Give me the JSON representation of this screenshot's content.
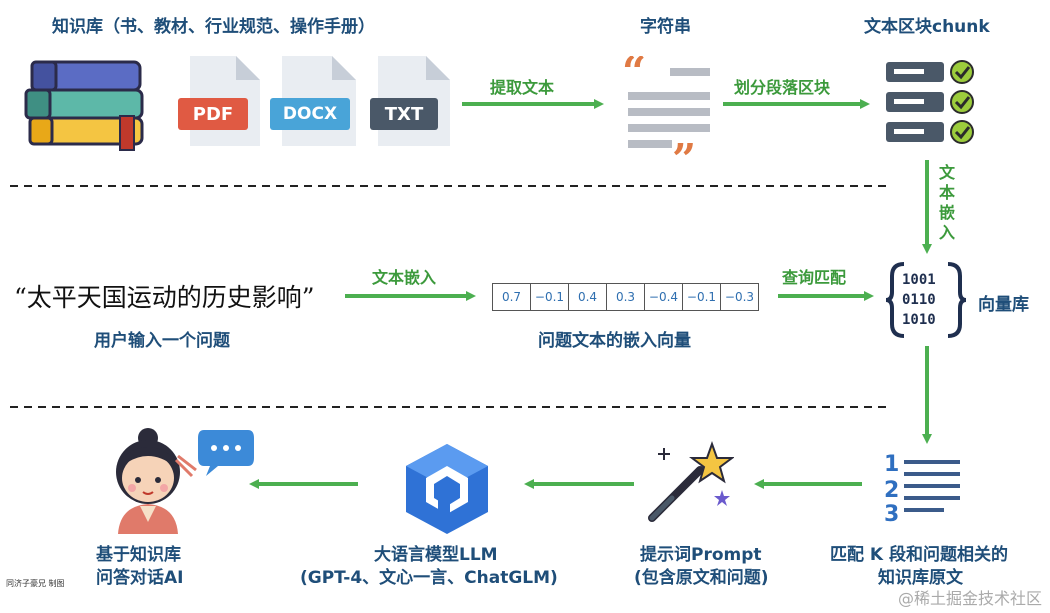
{
  "row1": {
    "sources_label": "知识库（书、教材、行业规范、操作手册）",
    "pdf_tag": "PDF",
    "docx_tag": "DOCX",
    "txt_tag": "TXT",
    "arrow_extract": "提取文本",
    "string_label": "字符串",
    "arrow_chunking": "划分段落区块",
    "chunk_label": "文本区块chunk"
  },
  "row2": {
    "vertical_embed": [
      "文",
      "本",
      "嵌",
      "入"
    ],
    "query_text": "“太平天国运动的历史影响”",
    "query_caption": "用户输入一个问题",
    "arrow_embed": "文本嵌入",
    "vector_values": [
      "0.7",
      "−0.1",
      "0.4",
      "0.3",
      "−0.4",
      "−0.1",
      "−0.3"
    ],
    "vector_caption": "问题文本的嵌入向量",
    "arrow_match": "查询匹配",
    "vector_db_label": "向量库"
  },
  "row3": {
    "match_label_line1": "匹配 K 段和问题相关的",
    "match_label_line2": "知识库原文",
    "prompt_label_line1": "提示词Prompt",
    "prompt_label_line2": "(包含原文和问题)",
    "llm_label_line1": "大语言模型LLM",
    "llm_label_line2": "(GPT-4、文心一言、ChatGLM)",
    "answer_label_line1": "基于知识库",
    "answer_label_line2": "问答对话AI",
    "list_numbers": [
      "1",
      "2",
      "3"
    ]
  },
  "footer": {
    "credit": "同济子豪兄 制图",
    "watermark": "@稀土掘金技术社区"
  },
  "colors": {
    "arrow": "#4caf50",
    "label": "#1f4e79",
    "accent_green": "#3c9a3c"
  }
}
